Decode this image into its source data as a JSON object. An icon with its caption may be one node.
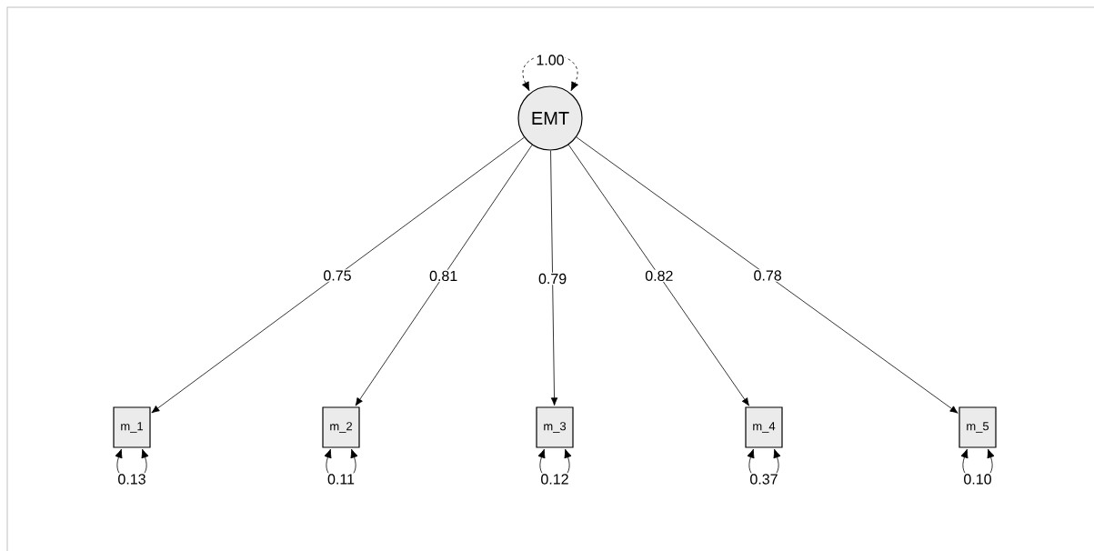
{
  "diagram": {
    "nodes": [
      {
        "text": [
          "EMT"
        ]
      },
      {
        "text": [
          "m_1"
        ]
      },
      {
        "text": [
          "m_2"
        ]
      },
      {
        "text": [
          "m_3"
        ]
      },
      {
        "text": [
          "m_4"
        ]
      },
      {
        "text": [
          "m_5"
        ]
      }
    ],
    "edges": [
      {
        "from": 0,
        "to": 0,
        "arrow": "both",
        "style": "dashed",
        "label": "1.00"
      },
      {
        "from": 0,
        "to": 1,
        "arrow": "to",
        "label": "0.75"
      },
      {
        "from": 0,
        "to": 2,
        "arrow": "to",
        "label": "0.81"
      },
      {
        "from": 0,
        "to": 3,
        "arrow": "to",
        "label": "0.79"
      },
      {
        "from": 0,
        "to": 4,
        "arrow": "to",
        "label": "0.82"
      },
      {
        "from": 0,
        "to": 5,
        "arrow": "to",
        "label": "0.78"
      },
      {
        "from": 1,
        "to": 1,
        "arrow": "both",
        "label": "0.13"
      },
      {
        "from": 2,
        "to": 2,
        "arrow": "both",
        "label": "0.11"
      },
      {
        "from": 3,
        "to": 3,
        "arrow": "both",
        "label": "0.12"
      },
      {
        "from": 4,
        "to": 4,
        "arrow": "both",
        "label": "0.37"
      },
      {
        "from": 5,
        "to": 5,
        "arrow": "both",
        "label": "0.10"
      }
    ]
  }
}
